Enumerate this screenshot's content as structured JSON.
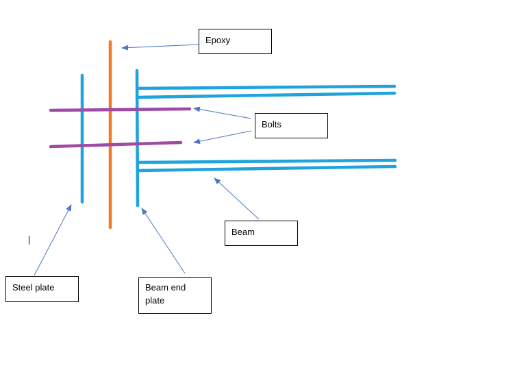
{
  "labels": {
    "epoxy": "Epoxy",
    "bolts": "Bolts",
    "beam": "Beam",
    "steel_plate": "Steel plate",
    "beam_end_plate": "Beam end plate"
  },
  "colors": {
    "steel": "#1fa3dc",
    "epoxy": "#f07a26",
    "bolt": "#9e4aa6",
    "arrow": "#4a77c2",
    "box_border": "#000000"
  }
}
